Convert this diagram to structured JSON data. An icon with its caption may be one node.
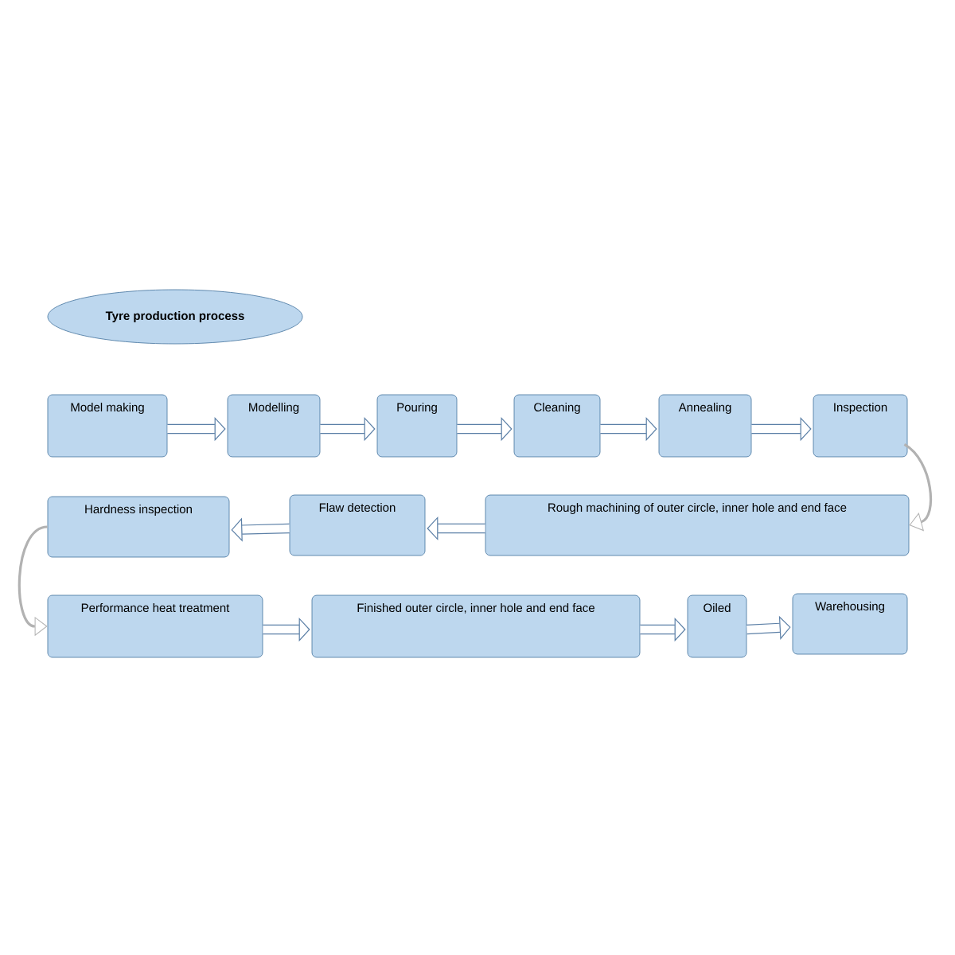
{
  "diagram": {
    "nodes": [
      {
        "text": [
          "Tyre production process"
        ]
      },
      {
        "text": [
          "Model making"
        ]
      },
      {
        "text": [
          "Modelling"
        ]
      },
      {
        "text": [
          "Pouring"
        ]
      },
      {
        "text": [
          "Cleaning"
        ]
      },
      {
        "text": [
          "Annealing"
        ]
      },
      {
        "text": [
          "Inspection"
        ]
      },
      {
        "text": [
          "Rough machining of outer circle, inner hole and end face"
        ]
      },
      {
        "text": [
          "Flaw detection"
        ]
      },
      {
        "text": [
          "Hardness inspection"
        ]
      },
      {
        "text": [
          "Performance heat treatment"
        ]
      },
      {
        "text": [
          "Finished outer circle, inner hole and end face"
        ]
      },
      {
        "text": [
          "Oiled"
        ]
      },
      {
        "text": [
          "Warehousing"
        ]
      }
    ],
    "edges": [
      {
        "from": 1,
        "to": 2,
        "arrow": "to"
      },
      {
        "from": 2,
        "to": 3,
        "arrow": "to"
      },
      {
        "from": 3,
        "to": 4,
        "arrow": "to"
      },
      {
        "from": 4,
        "to": 5,
        "arrow": "to"
      },
      {
        "from": 5,
        "to": 6,
        "arrow": "to"
      },
      {
        "from": 6,
        "to": 7,
        "arrow": "to"
      },
      {
        "from": 7,
        "to": 8,
        "arrow": "to"
      },
      {
        "from": 8,
        "to": 9,
        "arrow": "to"
      },
      {
        "from": 9,
        "to": 10,
        "arrow": "to"
      },
      {
        "from": 10,
        "to": 11,
        "arrow": "to"
      },
      {
        "from": 11,
        "to": 12,
        "arrow": "to"
      },
      {
        "from": 12,
        "to": 13,
        "arrow": "to"
      }
    ]
  }
}
